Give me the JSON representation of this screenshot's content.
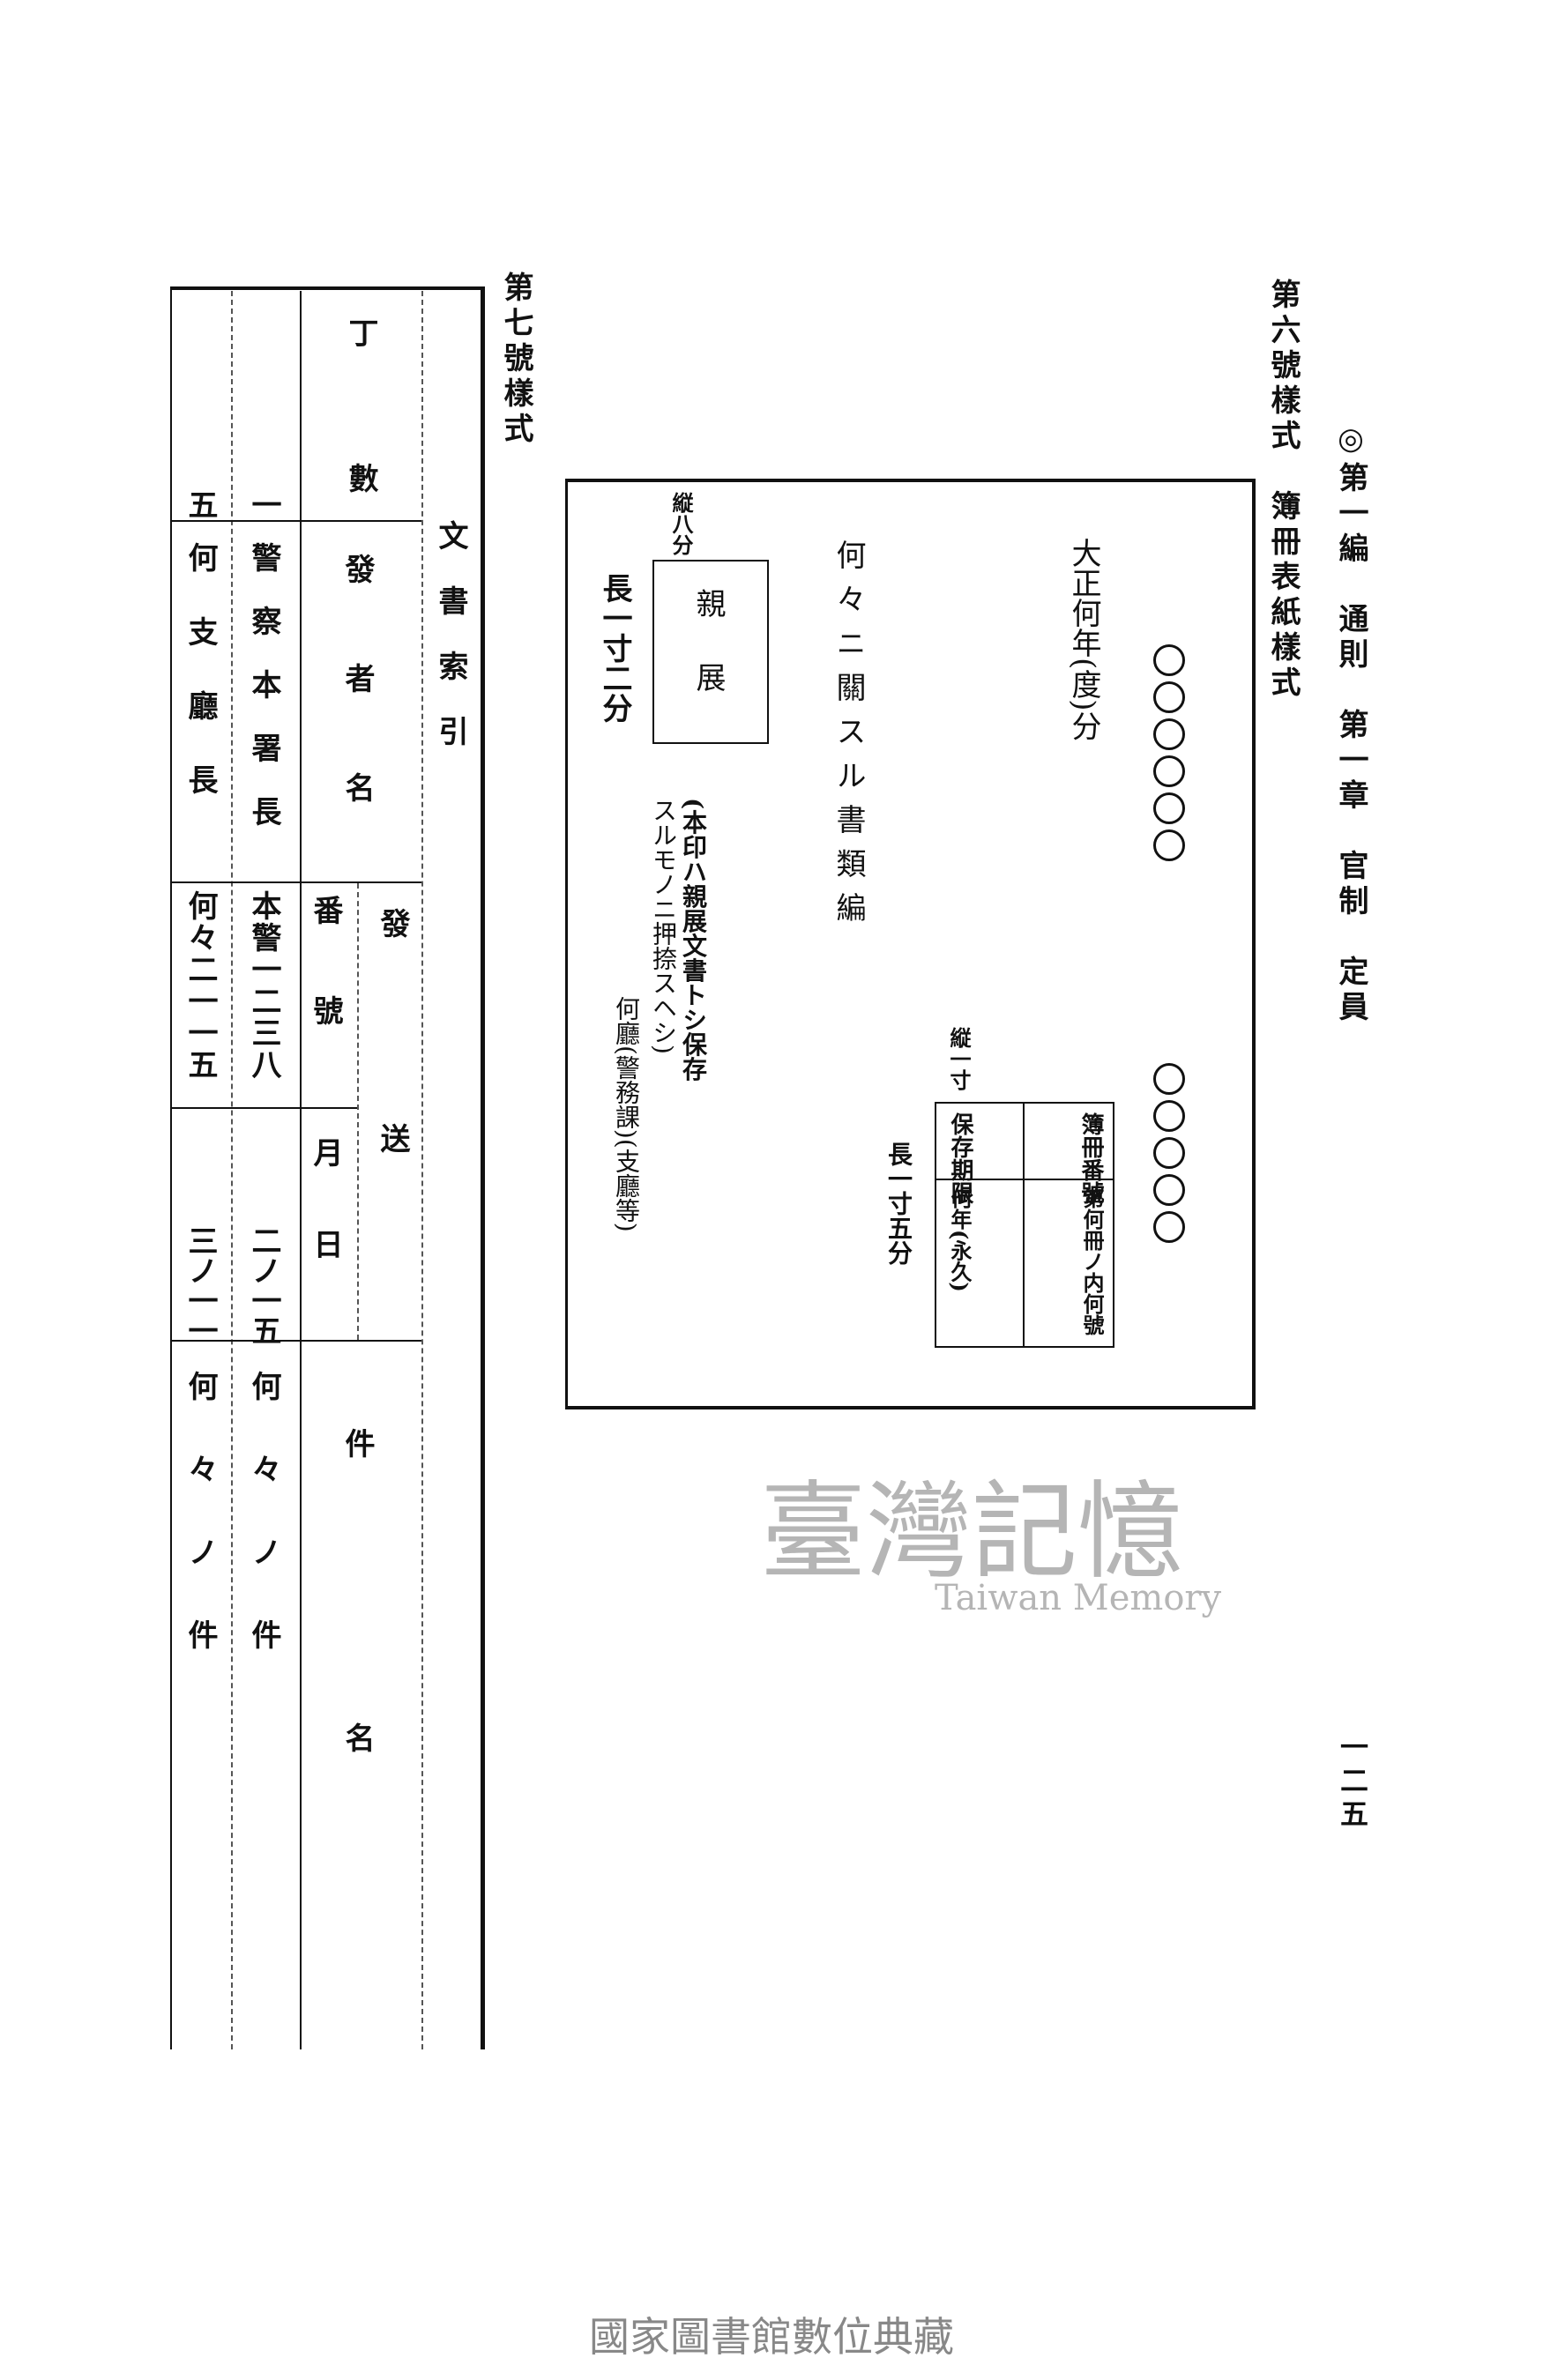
{
  "header": {
    "running_title": "◎第一編　通則　第一章　官制　定員",
    "page_number": "一二五"
  },
  "form6": {
    "title": "第六號樣式　簿冊表紙樣式",
    "circles_top_count": 6,
    "circles_bottom_count": 5,
    "year": "大正何年(度)分",
    "book_title": "何々ニ關スル書類編",
    "seal_width": "縦八分",
    "seal_label": "親展",
    "seal_length": "長一寸二分",
    "note_line1": "(本印ハ親展文書トシ保存",
    "note_line2": "スルモノニ押捺スヘシ)",
    "office": "何廳(警務課)(支廳等)",
    "label_width": "縦一寸",
    "label_length": "長一寸五分",
    "label_table": {
      "h1": "簿冊番號",
      "h2": "保存期限",
      "v1": "第何冊ノ内何號",
      "v2": "何年(永久)"
    }
  },
  "form7": {
    "title": "第七號樣式",
    "index_title": "文書索引",
    "section_mark": "丁",
    "headers": {
      "count": "數",
      "sender": "發者名",
      "number": "番號",
      "date": "月日",
      "dispatch": "發送",
      "subject": "件名"
    },
    "rows": [
      {
        "count": "一",
        "sender": "警察本署長",
        "number": "本警一二三八",
        "date": "二ノ一五",
        "subject": "何々ノ件"
      },
      {
        "count": "五",
        "sender": "何支廳長",
        "number": "何々二一一五",
        "date": "三ノ一一",
        "subject": "何々ノ件"
      }
    ]
  },
  "watermark": {
    "text": "臺灣記憶",
    "text_en": "Taiwan Memory"
  },
  "footer": "國家圖書館數位典藏"
}
